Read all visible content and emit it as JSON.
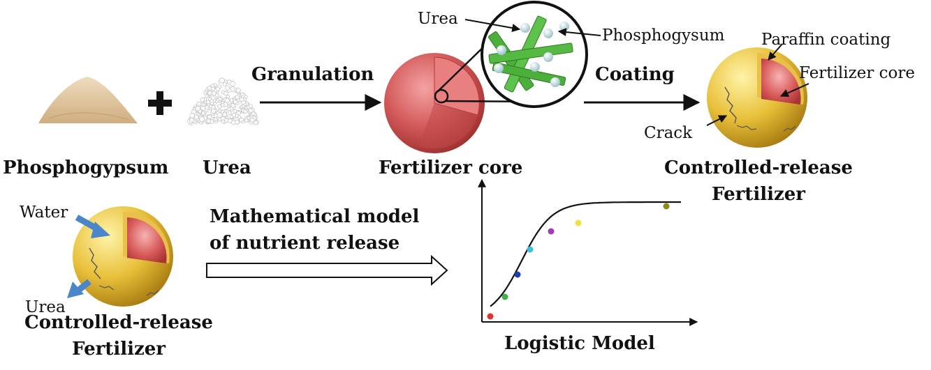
{
  "labels": {
    "phosphogypsum": "Phosphogypsum",
    "urea": "Urea",
    "granulation": "Granulation",
    "fertilizer_core": "Fertilizer core",
    "coating": "Coating",
    "crf_top_line1": "Controlled-release",
    "crf_top_line2": "Fertilizer",
    "zoom_urea": "Urea",
    "zoom_phosphogypsum": "Phosphogysum",
    "paraffin_coating": "Paraffin coating",
    "fertilizer_core_callout": "Fertilizer core",
    "crack": "Crack",
    "water": "Water",
    "urea_out": "Urea",
    "crf_bottom_line1": "Controlled-release",
    "crf_bottom_line2": "Fertilizer",
    "model_line1": "Mathematical model",
    "model_line2": "of nutrient release",
    "logistic_model": "Logistic Model"
  },
  "colors": {
    "core_red": "#d45a5a",
    "coating_yellow": "#e8c03a",
    "rod_green": "#4caf3a",
    "water_arrow": "#4a86c8"
  },
  "chart_data": {
    "type": "scatter",
    "title": "",
    "xlabel": "",
    "ylabel": "",
    "curve": "logistic",
    "points": [
      {
        "x": 0.04,
        "y": 0.04,
        "color": "#e03030"
      },
      {
        "x": 0.11,
        "y": 0.18,
        "color": "#3fb048"
      },
      {
        "x": 0.17,
        "y": 0.34,
        "color": "#1f3fa8"
      },
      {
        "x": 0.23,
        "y": 0.52,
        "color": "#40c0d8"
      },
      {
        "x": 0.33,
        "y": 0.65,
        "color": "#a03cb8"
      },
      {
        "x": 0.46,
        "y": 0.71,
        "color": "#f0e040"
      },
      {
        "x": 0.88,
        "y": 0.83,
        "color": "#8a8a20"
      }
    ]
  }
}
